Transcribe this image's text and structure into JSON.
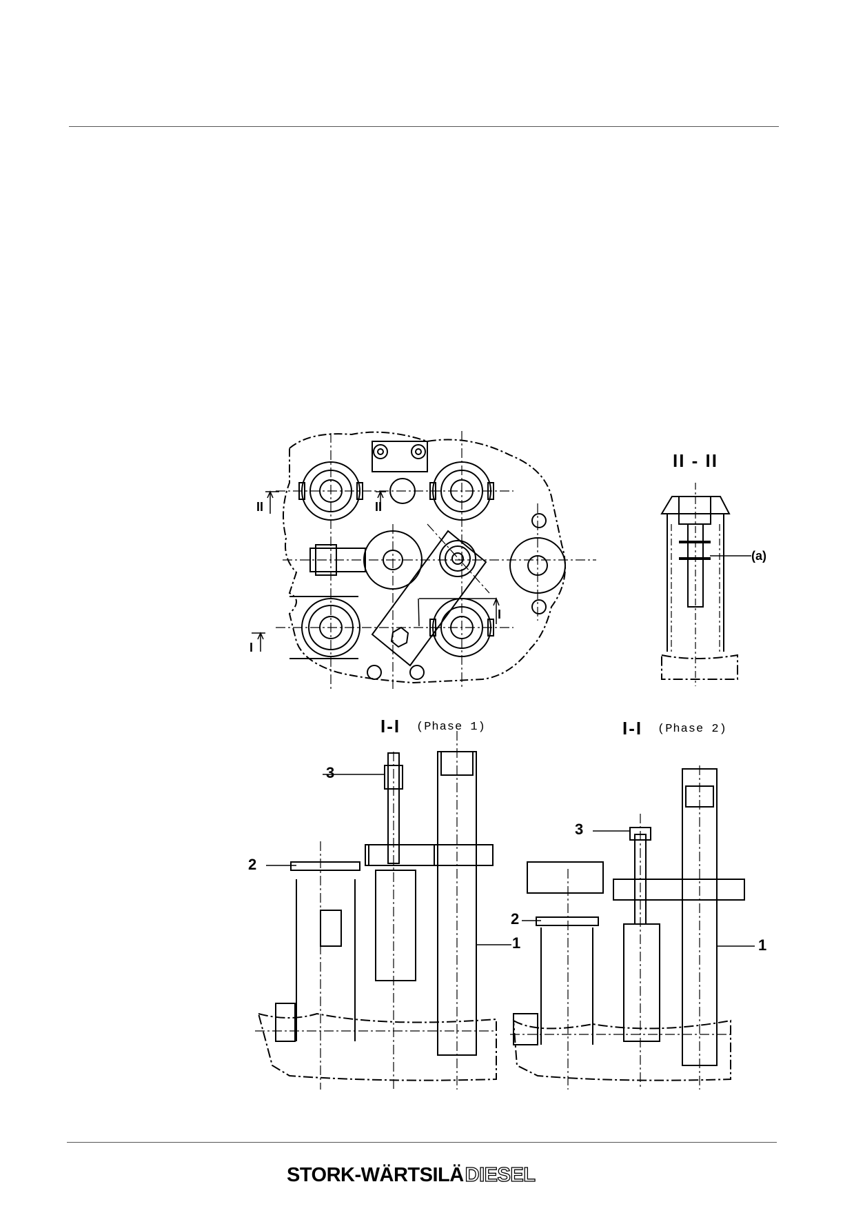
{
  "figure": {
    "section_ii_label": "II - II",
    "section_i_phase1_label": "I-I",
    "phase1_text": "(Phase 1)",
    "section_i_phase2_label": "I-I",
    "phase2_text": "(Phase 2)",
    "marker_a": "(a)",
    "marker_ii_left": "II",
    "marker_ii_mid": "II",
    "marker_i_left": "I",
    "marker_i_right": "I",
    "phase1_callouts": {
      "three": "3",
      "two": "2",
      "one": "1"
    },
    "phase2_callouts": {
      "three": "3",
      "two": "2",
      "one": "1"
    }
  },
  "footer": {
    "brand_main": "STORK-WÄRTSILÄ",
    "brand_outline": "DIESEL"
  }
}
